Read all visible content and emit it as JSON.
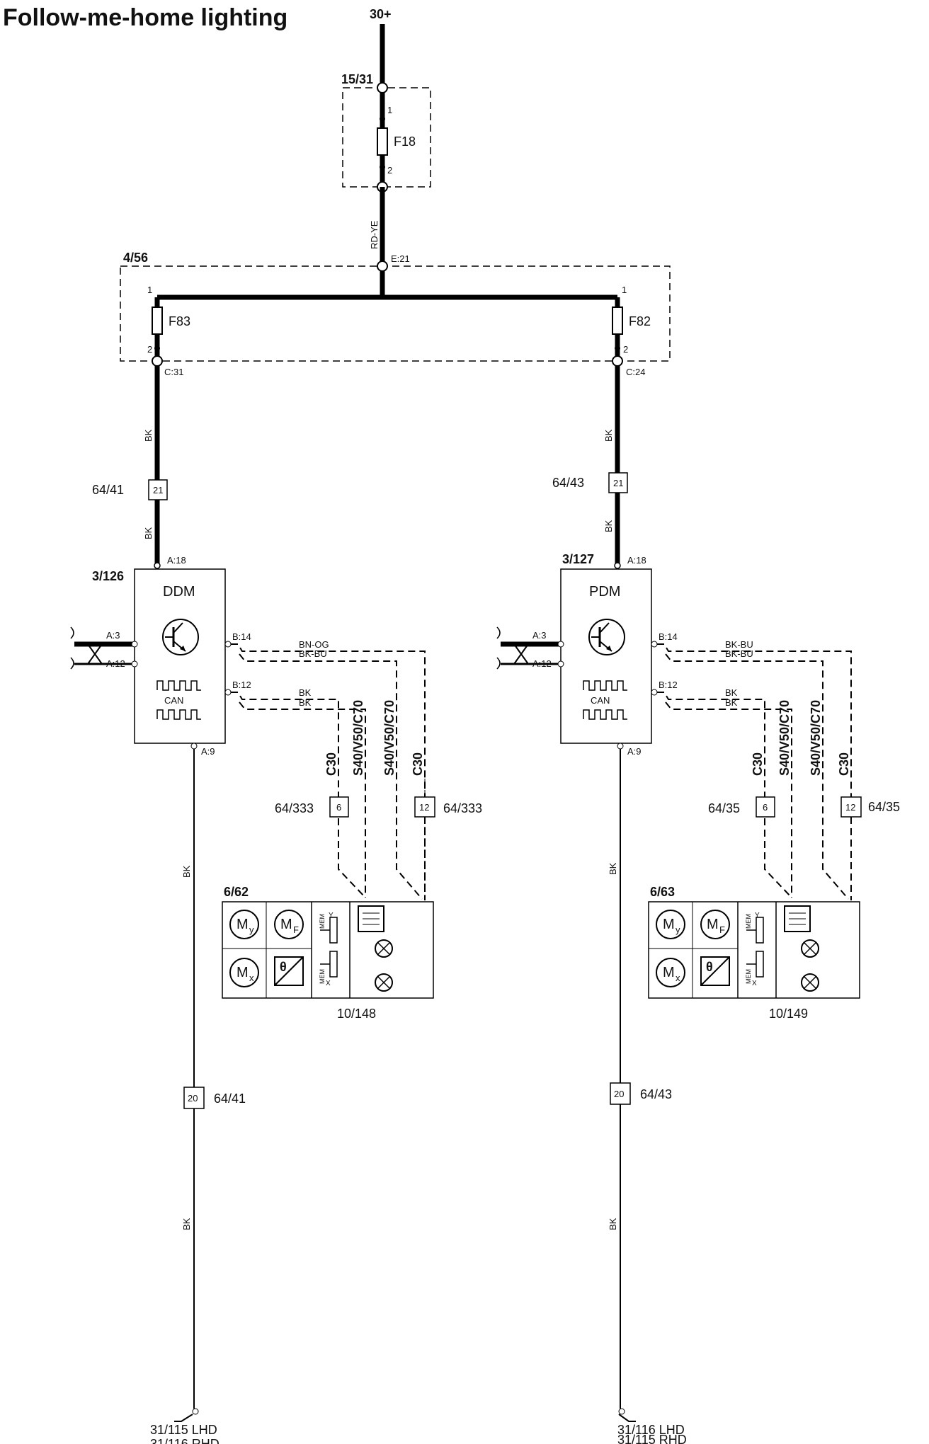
{
  "title": "Follow-me-home lighting",
  "supply": "30+",
  "fusebox_main": {
    "id": "15/31",
    "fuse": "F18",
    "pin1": "1",
    "pin2": "2"
  },
  "feed_wire": "RD-YE",
  "feed_connector": "E:21",
  "fusebox_central": {
    "id": "4/56",
    "left_fuse": "F83",
    "right_fuse": "F82",
    "pin1": "1",
    "pin2": "2",
    "left_out": "C:31",
    "right_out": "C:24"
  },
  "left": {
    "wire": "BK",
    "connector": "64/41",
    "connector_pin": "21",
    "module_id": "3/126",
    "module_name": "DDM",
    "pin_a18": "A:18",
    "pin_a3": "A:3",
    "pin_a12": "A:12",
    "pin_a9": "A:9",
    "pin_b14": "B:14",
    "pin_b12": "B:12",
    "wire_b14_1": "BN-OG",
    "wire_b14_2": "BK-BU",
    "wire_b12_1": "BK",
    "wire_b12_2": "BK",
    "can": "CAN",
    "variant_c30": "C30",
    "variant_s40": "S40/V50/C70",
    "conn_6": "6",
    "conn_6_label": "64/333",
    "conn_12": "12",
    "conn_12_label": "64/333",
    "mirror_id": "6/62",
    "mirror_ref": "10/148",
    "ground_conn_pin": "20",
    "ground_conn": "64/41",
    "ground_line1": "31/115 LHD",
    "ground_line2": "31/116 RHD"
  },
  "right": {
    "wire": "BK",
    "connector": "64/43",
    "connector_pin": "21",
    "module_id": "3/127",
    "module_name": "PDM",
    "pin_a18": "A:18",
    "pin_a3": "A:3",
    "pin_a12": "A:12",
    "pin_a9": "A:9",
    "pin_b14": "B:14",
    "pin_b12": "B:12",
    "wire_b14_1": "BK-BU",
    "wire_b14_2": "BK-BU",
    "wire_b12_1": "BK",
    "wire_b12_2": "BK",
    "can": "CAN",
    "variant_c30": "C30",
    "variant_s40": "S40/V50/C70",
    "conn_6": "6",
    "conn_6_label": "64/35",
    "conn_12": "12",
    "conn_12_label": "64/35",
    "mirror_id": "6/63",
    "mirror_ref": "10/149",
    "ground_conn_pin": "20",
    "ground_conn": "64/43",
    "ground_line1": "31/116 LHD",
    "ground_line2": "31/115 RHD"
  },
  "mirror_symbols": {
    "my": "M",
    "my_sub": "y",
    "mf": "M",
    "mf_sub": "F",
    "mx": "M",
    "mx_sub": "x",
    "theta": "θ",
    "mem": "MEM",
    "mem_y": "Y",
    "mem_x": "X"
  }
}
